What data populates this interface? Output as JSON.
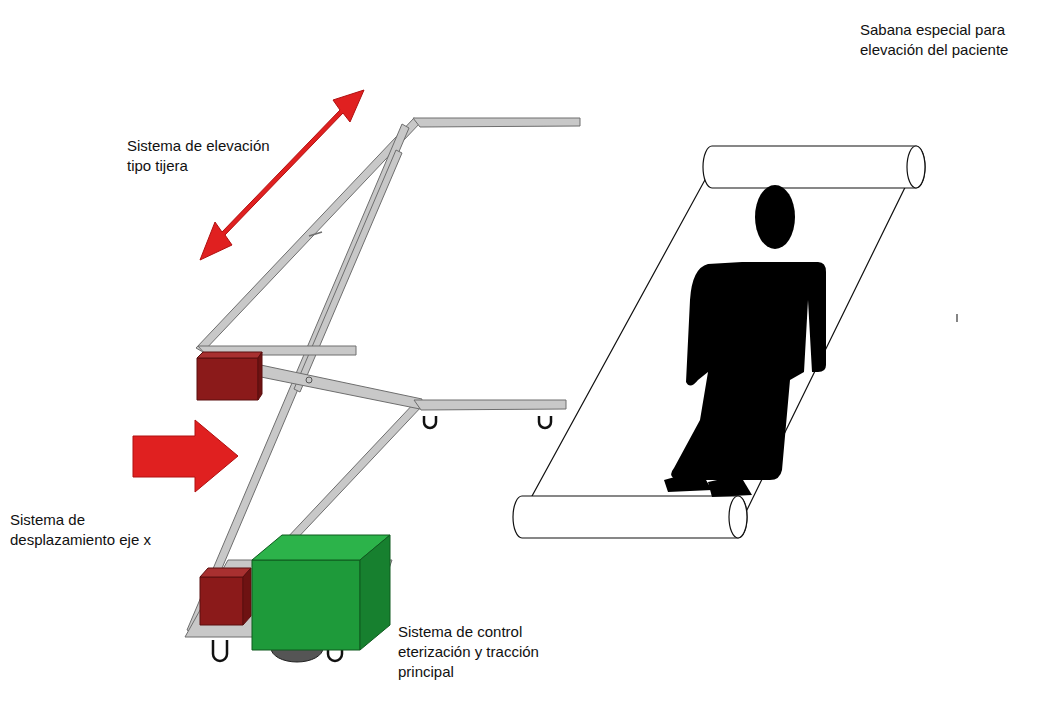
{
  "diagram": {
    "labels": [
      "Sabana especial para elevación del paciente",
      "Sistema de elevación tipo tijera",
      "Sistema de desplazamiento eje x",
      "Sistema de control eterización y tracción principal"
    ]
  }
}
